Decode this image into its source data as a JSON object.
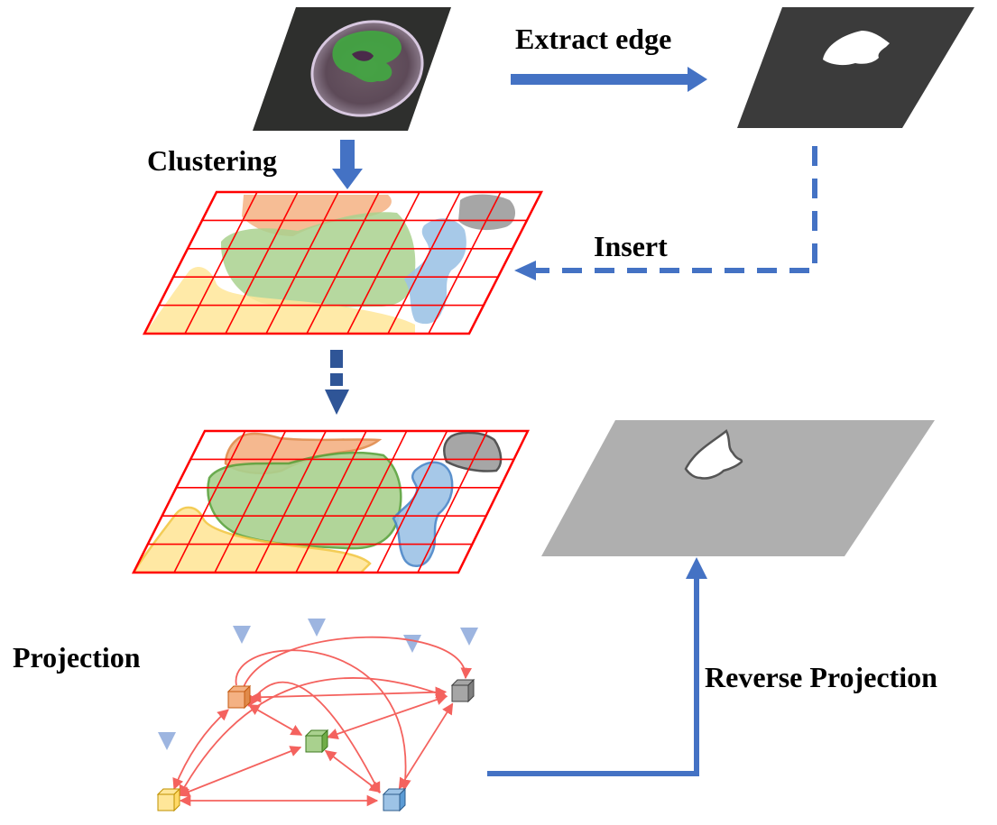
{
  "labels": {
    "extract_edge": "Extract edge",
    "clustering": "Clustering",
    "insert": "Insert",
    "projection": "Projection",
    "reverse_projection": "Reverse Projection"
  },
  "colors": {
    "arrow_blue": "#4472c4",
    "arrow_dark_blue": "#2f5597",
    "grid_red": "#ff0000",
    "edge_red": "#f4625e",
    "orange": "#f4b183",
    "green": "#a9d18e",
    "blue": "#9dc3e6",
    "gray": "#a6a6a6",
    "yellow": "#ffe699",
    "dark_plane": "#3a3a3a",
    "gray_plane": "#afafaf"
  },
  "graph": {
    "nodes": [
      "orange",
      "gray",
      "green",
      "yellow",
      "blue"
    ],
    "edges": [
      [
        "orange",
        "gray"
      ],
      [
        "orange",
        "green"
      ],
      [
        "orange",
        "yellow"
      ],
      [
        "orange",
        "blue"
      ],
      [
        "gray",
        "green"
      ],
      [
        "gray",
        "yellow"
      ],
      [
        "gray",
        "blue"
      ],
      [
        "green",
        "yellow"
      ],
      [
        "green",
        "blue"
      ],
      [
        "yellow",
        "blue"
      ]
    ]
  }
}
